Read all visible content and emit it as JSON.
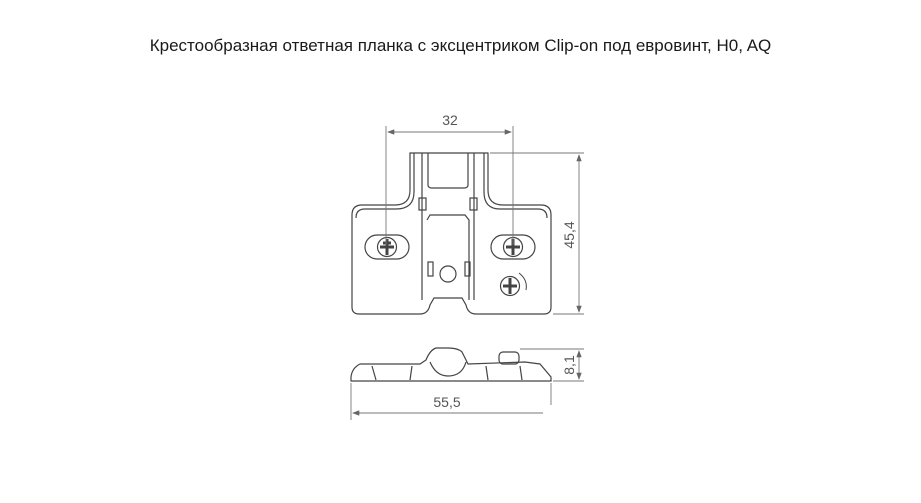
{
  "title": "Крестообразная ответная планка с эксцентриком Clip-on под евровинт, H0, AQ",
  "drawing": {
    "dimensions": {
      "hole_spacing": "32",
      "height": "45,4",
      "thickness": "8,1",
      "width": "55,5"
    },
    "line_color": "#444444"
  }
}
